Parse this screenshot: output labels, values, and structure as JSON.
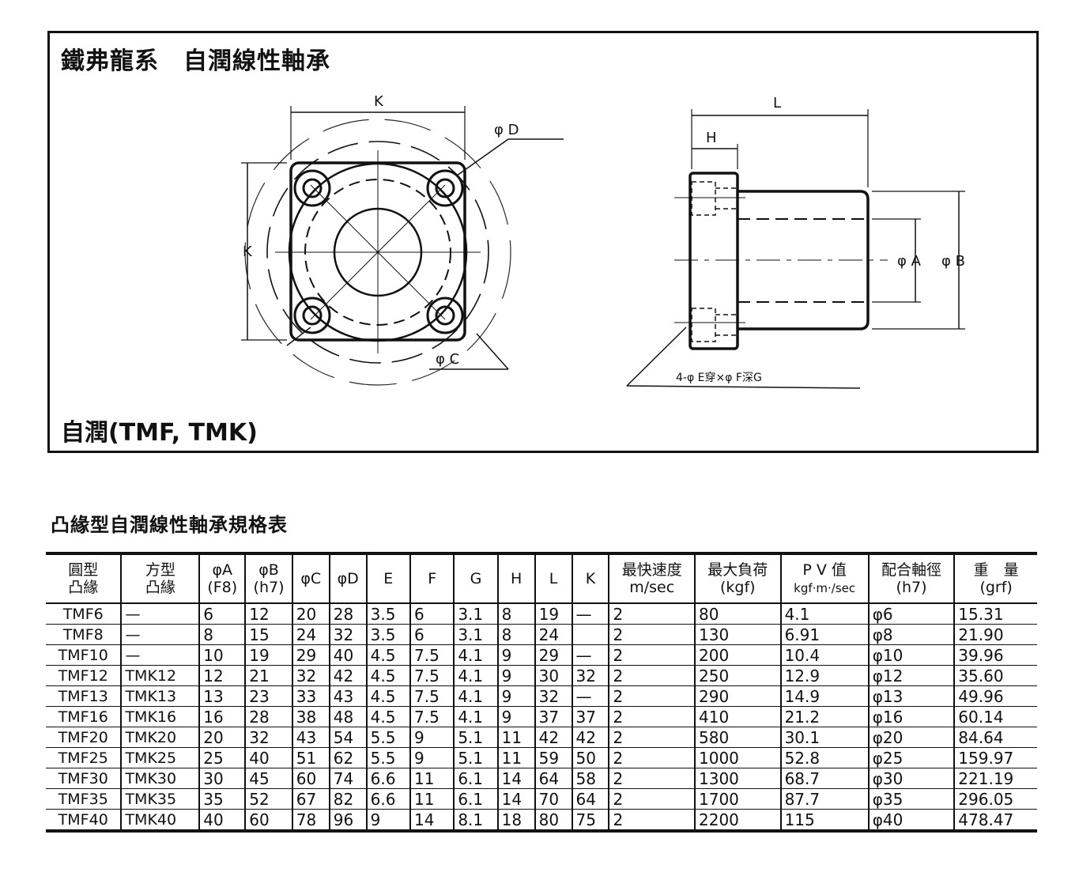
{
  "panel": {
    "title": "鐵弗龍系　自潤線性軸承",
    "subtitle": "自潤(TMF, TMK)",
    "front_labels": {
      "k_top": "K",
      "k_side": "K",
      "phi_d": "φ D",
      "phi_c": "φ C"
    },
    "side_labels": {
      "l": "L",
      "h": "H",
      "phi_a": "φ A",
      "phi_b": "φ B",
      "hole_note": "4-φ E穿×φ F深G"
    }
  },
  "table": {
    "title": "凸緣型自潤線性軸承規格表",
    "headers": [
      [
        "圓型",
        "凸緣"
      ],
      [
        "方型",
        "凸緣"
      ],
      [
        "φA",
        "(F8)"
      ],
      [
        "φB",
        "(h7)"
      ],
      [
        "φC",
        ""
      ],
      [
        "φD",
        ""
      ],
      [
        "E",
        ""
      ],
      [
        "F",
        ""
      ],
      [
        "G",
        ""
      ],
      [
        "H",
        ""
      ],
      [
        "L",
        ""
      ],
      [
        "K",
        ""
      ],
      [
        "最快速度",
        "m/sec"
      ],
      [
        "最大負荷",
        "(kgf)"
      ],
      [
        "P V 值",
        "kgf·m·/sec"
      ],
      [
        "配合軸徑",
        "(h7)"
      ],
      [
        "重　量",
        "(grf)"
      ]
    ],
    "rows": [
      [
        "TMF6",
        "—",
        "6",
        "12",
        "20",
        "28",
        "3.5",
        "6",
        "3.1",
        "8",
        "19",
        "—",
        "2",
        "80",
        "4.1",
        "φ6",
        "15.31"
      ],
      [
        "TMF8",
        "—",
        "8",
        "15",
        "24",
        "32",
        "3.5",
        "6",
        "3.1",
        "8",
        "24",
        "",
        "2",
        "130",
        "6.91",
        "φ8",
        "21.90"
      ],
      [
        "TMF10",
        "—",
        "10",
        "19",
        "29",
        "40",
        "4.5",
        "7.5",
        "4.1",
        "9",
        "29",
        "—",
        "2",
        "200",
        "10.4",
        "φ10",
        "39.96"
      ],
      [
        "TMF12",
        "TMK12",
        "12",
        "21",
        "32",
        "42",
        "4.5",
        "7.5",
        "4.1",
        "9",
        "30",
        "32",
        "2",
        "250",
        "12.9",
        "φ12",
        "35.60"
      ],
      [
        "TMF13",
        "TMK13",
        "13",
        "23",
        "33",
        "43",
        "4.5",
        "7.5",
        "4.1",
        "9",
        "32",
        "—",
        "2",
        "290",
        "14.9",
        "φ13",
        "49.96"
      ],
      [
        "TMF16",
        "TMK16",
        "16",
        "28",
        "38",
        "48",
        "4.5",
        "7.5",
        "4.1",
        "9",
        "37",
        "37",
        "2",
        "410",
        "21.2",
        "φ16",
        "60.14"
      ],
      [
        "TMF20",
        "TMK20",
        "20",
        "32",
        "43",
        "54",
        "5.5",
        "9",
        "5.1",
        "11",
        "42",
        "42",
        "2",
        "580",
        "30.1",
        "φ20",
        "84.64"
      ],
      [
        "TMF25",
        "TMK25",
        "25",
        "40",
        "51",
        "62",
        "5.5",
        "9",
        "5.1",
        "11",
        "59",
        "50",
        "2",
        "1000",
        "52.8",
        "φ25",
        "159.97"
      ],
      [
        "TMF30",
        "TMK30",
        "30",
        "45",
        "60",
        "74",
        "6.6",
        "11",
        "6.1",
        "14",
        "64",
        "58",
        "2",
        "1300",
        "68.7",
        "φ30",
        "221.19"
      ],
      [
        "TMF35",
        "TMK35",
        "35",
        "52",
        "67",
        "82",
        "6.6",
        "11",
        "6.1",
        "14",
        "70",
        "64",
        "2",
        "1700",
        "87.7",
        "φ35",
        "296.05"
      ],
      [
        "TMF40",
        "TMK40",
        "40",
        "60",
        "78",
        "96",
        "9",
        "14",
        "8.1",
        "18",
        "80",
        "75",
        "2",
        "2200",
        "115",
        "φ40",
        "478.47"
      ]
    ]
  }
}
